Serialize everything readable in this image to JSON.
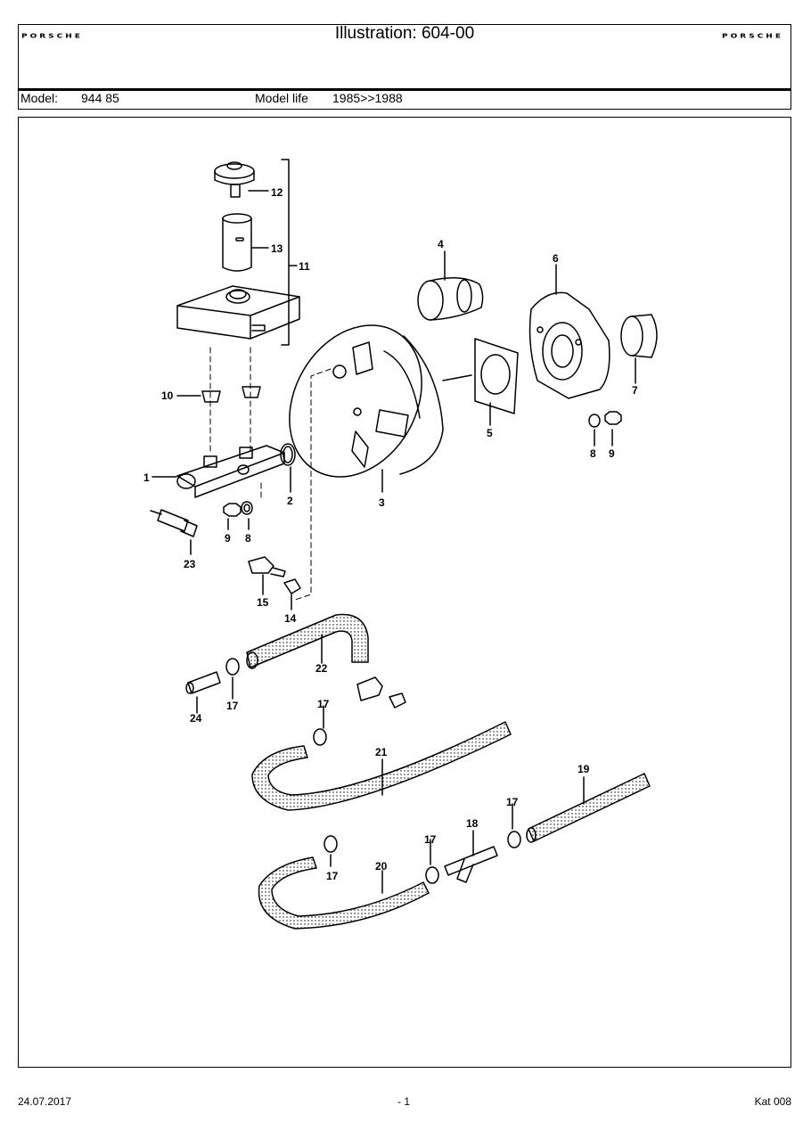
{
  "header": {
    "brand_left": "PORSCHE",
    "brand_right": "PORSCHE",
    "illustration_title": "Illustration: 604-00",
    "model_label": "Model:",
    "model_value": "944 85",
    "model_life_label": "Model life",
    "model_life_value": "1985>>1988"
  },
  "callouts": {
    "c1": "1",
    "c2": "2",
    "c3": "3",
    "c4": "4",
    "c5": "5",
    "c6": "6",
    "c7": "7",
    "c8a": "8",
    "c8b": "8",
    "c9a": "9",
    "c9b": "9",
    "c10": "10",
    "c11": "11",
    "c12": "12",
    "c13": "13",
    "c14": "14",
    "c15": "15",
    "c17a": "17",
    "c17b": "17",
    "c17c": "17",
    "c17d": "17",
    "c17e": "17",
    "c18": "18",
    "c19": "19",
    "c20": "20",
    "c21": "21",
    "c22": "22",
    "c23": "23",
    "c24": "24"
  },
  "footer": {
    "date": "24.07.2017",
    "page": "- 1",
    "catalog": "Kat 008"
  }
}
